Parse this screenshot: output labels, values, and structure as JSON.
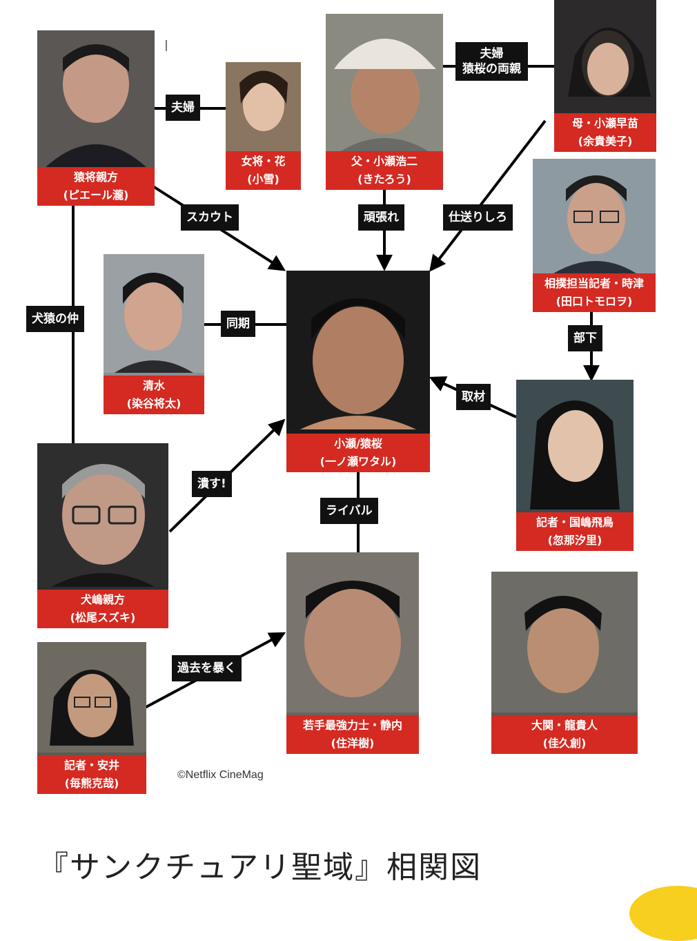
{
  "title": "『サンクチュアリ聖域』相関図",
  "credit": "©Netflix CineMag",
  "colors": {
    "caption_bg": "#d42a22",
    "label_bg": "#111111",
    "accent_yellow": "#f7cf1e"
  },
  "people": [
    {
      "id": "p1",
      "role": "猿将親方",
      "actor": "(ピエール瀧)"
    },
    {
      "id": "p2",
      "role": "女将・花",
      "actor": "(小雪)"
    },
    {
      "id": "p3",
      "role": "父・小瀬浩二",
      "actor": "(きたろう)"
    },
    {
      "id": "p4",
      "role": "母・小瀬早苗",
      "actor": "(余貴美子)"
    },
    {
      "id": "p5",
      "role": "相撲担当記者・時津",
      "actor": "(田口トモロヲ)"
    },
    {
      "id": "p6",
      "role": "清水",
      "actor": "(染谷将太)"
    },
    {
      "id": "p7",
      "role": "小瀬/猿桜",
      "actor": "(一ノ瀬ワタル)"
    },
    {
      "id": "p8",
      "role": "記者・国嶋飛鳥",
      "actor": "(忽那汐里)"
    },
    {
      "id": "p9",
      "role": "犬嶋親方",
      "actor": "(松尾スズキ)"
    },
    {
      "id": "p10",
      "role": "若手最強力士・静内",
      "actor": "(住洋樹)"
    },
    {
      "id": "p11",
      "role": "大関・龍貴人",
      "actor": "(佳久創)"
    },
    {
      "id": "p12",
      "role": "記者・安井",
      "actor": "(毎熊克哉)"
    }
  ],
  "relations": [
    {
      "id": "r1",
      "label": "夫婦"
    },
    {
      "id": "r2",
      "line1": "夫婦",
      "line2": "猿桜の両親"
    },
    {
      "id": "r3",
      "label": "スカウト"
    },
    {
      "id": "r4",
      "label": "頑張れ"
    },
    {
      "id": "r5",
      "label": "仕送りしろ"
    },
    {
      "id": "r6",
      "label": "犬猿の仲"
    },
    {
      "id": "r7",
      "label": "同期"
    },
    {
      "id": "r8",
      "label": "部下"
    },
    {
      "id": "r9",
      "label": "取材"
    },
    {
      "id": "r10",
      "label": "潰す!"
    },
    {
      "id": "r11",
      "label": "ライバル"
    },
    {
      "id": "r12",
      "label": "過去を暴く"
    }
  ]
}
